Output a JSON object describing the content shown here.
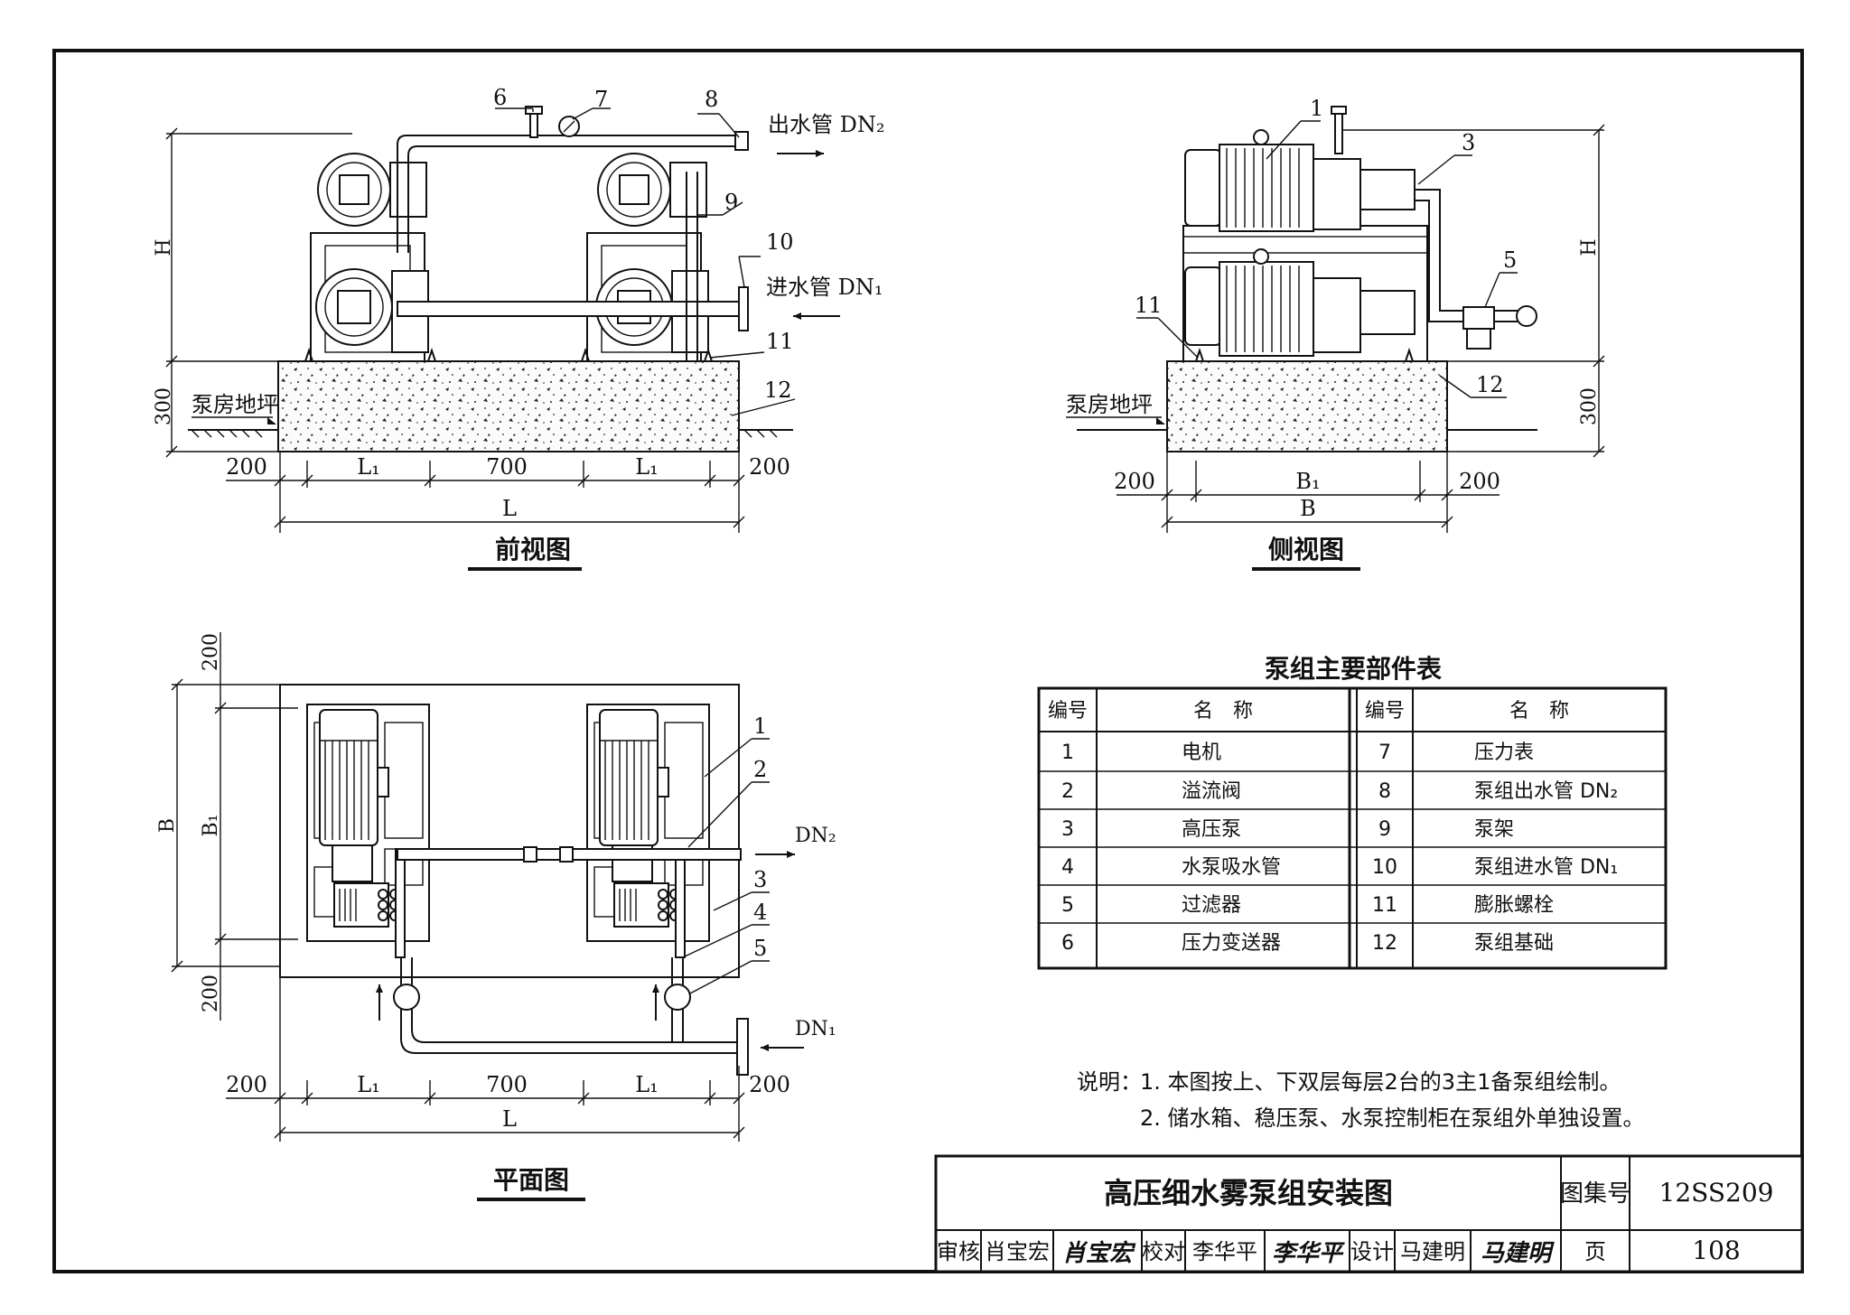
{
  "views": {
    "front": {
      "title": "前视图",
      "labels": {
        "out_pipe": "出水管 DN₂",
        "in_pipe": "进水管 DN₁",
        "floor": "泵房地坪",
        "height": "H",
        "base_height": "300"
      },
      "callouts": [
        "6",
        "7",
        "8",
        "9",
        "10",
        "11",
        "12"
      ],
      "dims": {
        "left_margin": "200",
        "l1_left": "L₁",
        "middle": "700",
        "l1_right": "L₁",
        "right_margin": "200",
        "total": "L"
      }
    },
    "side": {
      "title": "侧视图",
      "labels": {
        "floor": "泵房地坪",
        "height": "H",
        "base_height": "300"
      },
      "callouts": [
        "1",
        "3",
        "5",
        "11",
        "12"
      ],
      "dims": {
        "left_margin": "200",
        "b1": "B₁",
        "right_margin": "200",
        "total": "B"
      }
    },
    "plan": {
      "title": "平面图",
      "labels": {
        "dn2": "DN₂",
        "dn1": "DN₁",
        "b": "B",
        "b1": "B₁",
        "top_margin": "200",
        "bottom_margin": "200"
      },
      "callouts": [
        "1",
        "2",
        "3",
        "4",
        "5"
      ],
      "dims": {
        "left_margin": "200",
        "l1_left": "L₁",
        "middle": "700",
        "l1_right": "L₁",
        "right_margin": "200",
        "total": "L"
      }
    }
  },
  "parts_table": {
    "title": "泵组主要部件表",
    "headers": [
      "编号",
      "名　称",
      "编号",
      "名　称"
    ],
    "rows": [
      [
        "1",
        "电机",
        "7",
        "压力表"
      ],
      [
        "2",
        "溢流阀",
        "8",
        "泵组出水管 DN₂"
      ],
      [
        "3",
        "高压泵",
        "9",
        "泵架"
      ],
      [
        "4",
        "水泵吸水管",
        "10",
        "泵组进水管 DN₁"
      ],
      [
        "5",
        "过滤器",
        "11",
        "膨胀螺栓"
      ],
      [
        "6",
        "压力变送器",
        "12",
        "泵组基础"
      ]
    ]
  },
  "notes": {
    "lead": "说明：",
    "items": [
      "1. 本图按上、下双层每层2台的3主1备泵组绘制。",
      "2. 储水箱、稳压泵、水泵控制柜在泵组外单独设置。"
    ]
  },
  "title_block": {
    "drawing_title": "高压细水雾泵组安装图",
    "atlas_label": "图集号",
    "atlas_no": "12SS209",
    "review_label": "审核",
    "reviewer": "肖宝宏",
    "reviewer_sig": "肖宝宏",
    "check_label": "校对",
    "checker": "李华平",
    "checker_sig": "李华平",
    "design_label": "设计",
    "designer": "马建明",
    "designer_sig": "马建明",
    "page_label": "页",
    "page_no": "108"
  }
}
